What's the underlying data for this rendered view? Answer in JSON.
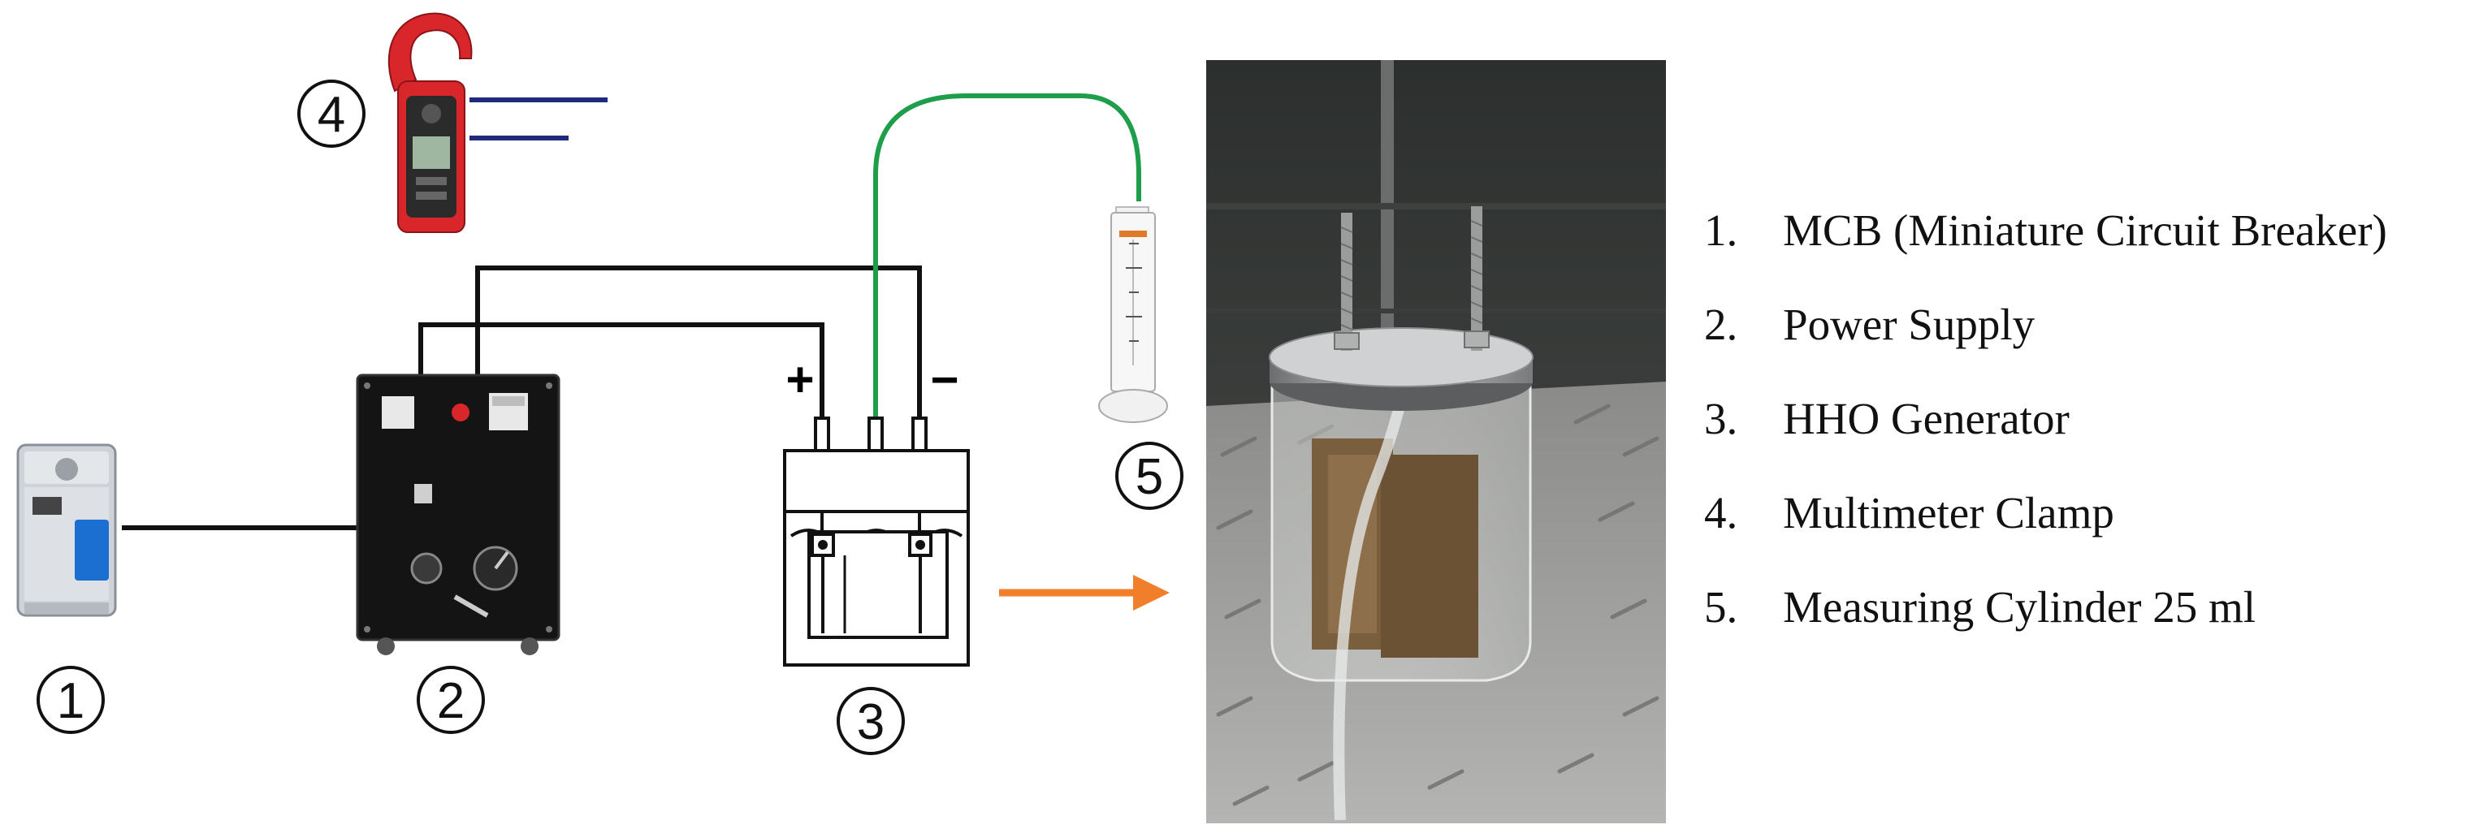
{
  "components": {
    "mcb": {
      "number": "1",
      "icon": "mcb-breaker-icon"
    },
    "power_supply": {
      "number": "2",
      "icon": "power-supply-cabinet-icon"
    },
    "hho_generator": {
      "number": "3",
      "icon": "electrolysis-cell-icon",
      "positive_label": "+",
      "negative_label": "−"
    },
    "multimeter": {
      "number": "4",
      "icon": "clamp-multimeter-icon"
    },
    "cylinder": {
      "number": "5",
      "icon": "measuring-cylinder-icon"
    }
  },
  "arrow_icon": "arrow-right-icon",
  "photo_icon": "hho-generator-photo",
  "colors": {
    "wire_black": "#111111",
    "wire_blue": "#1f2a7a",
    "hose_green": "#1e9e4a",
    "arrow_orange": "#f07e2a",
    "meter_red": "#d8262b",
    "breaker_blue": "#1b6fd1"
  },
  "legend": [
    {
      "num": "1.",
      "text": "MCB (Miniature Circuit Breaker)"
    },
    {
      "num": "2.",
      "text": "Power Supply"
    },
    {
      "num": "3.",
      "text": "HHO Generator"
    },
    {
      "num": "4.",
      "text": "Multimeter Clamp"
    },
    {
      "num": "5.",
      "text": "Measuring Cylinder 25 ml"
    }
  ]
}
